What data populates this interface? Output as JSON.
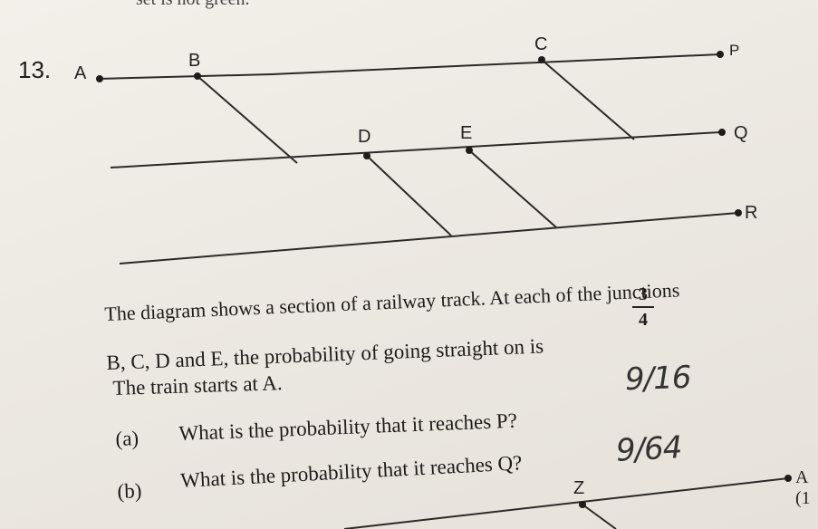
{
  "top_cutoff_text": "set is not green.",
  "question_number": "13.",
  "labels": {
    "A": "A",
    "B": "B",
    "C": "C",
    "D": "D",
    "E": "E",
    "P": "P",
    "Q": "Q",
    "R": "R",
    "Z": "Z",
    "A_bottom": "A (1"
  },
  "text_line_1": "The diagram shows a section of a railway track.  At each of the junctions",
  "text_line_2_pre": "B, C, D and E, the probability of going straight on is",
  "probability": {
    "numerator": "3",
    "denominator": "4"
  },
  "text_line_3": "The train starts at A.",
  "part_a_label": "(a)",
  "part_a_text": "What is the probability that it reaches P?",
  "part_b_label": "(b)",
  "part_b_text": "What is the probability that it reaches Q?",
  "answer_a": "9/16",
  "answer_b": "9/64"
}
